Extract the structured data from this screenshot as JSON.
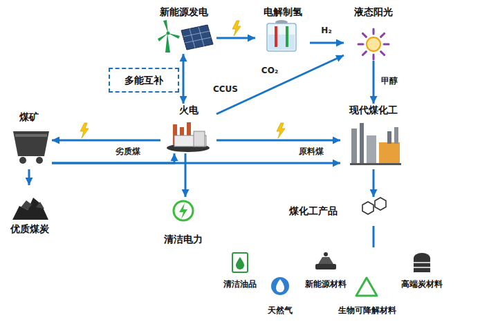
{
  "diagram": {
    "nodes": [
      {
        "text": [
          "新能源发电"
        ]
      },
      {
        "text": [
          "电解制氢"
        ]
      },
      {
        "text": [
          "液态阳光"
        ]
      },
      {
        "text": [
          "多能互补"
        ]
      },
      {
        "text": [
          "火电"
        ]
      },
      {
        "text": [
          "现代煤化工"
        ]
      },
      {
        "text": [
          "煤矿"
        ]
      },
      {
        "text": [
          "优质煤炭"
        ]
      },
      {
        "text": [
          "清洁电力"
        ]
      },
      {
        "text": [
          "煤化工产品"
        ]
      },
      {
        "text": [
          "清洁油品"
        ]
      },
      {
        "text": [
          "新能源材料"
        ]
      },
      {
        "text": [
          "高端炭材料"
        ]
      },
      {
        "text": [
          "天然气"
        ]
      },
      {
        "text": [
          "生物可降解材料"
        ]
      }
    ],
    "edges": [
      {
        "from": 0,
        "to": 1,
        "arrow": "to"
      },
      {
        "from": 1,
        "to": 2,
        "label": "H₂",
        "arrow": "to"
      },
      {
        "from": 0,
        "to": 4,
        "arrow": "both"
      },
      {
        "from": 4,
        "to": 2,
        "label": "CO₂",
        "arrow": "to"
      },
      {
        "from": 2,
        "to": 5,
        "label": "甲醇",
        "arrow": "to"
      },
      {
        "from": 4,
        "to": 6,
        "arrow": "to"
      },
      {
        "from": 4,
        "to": 5,
        "arrow": "to"
      },
      {
        "from": 6,
        "to": 4,
        "label": "劣质煤",
        "arrow": "to"
      },
      {
        "from": 6,
        "to": 5,
        "label": "原料煤",
        "arrow": "to"
      },
      {
        "from": 6,
        "to": 7,
        "arrow": "to"
      },
      {
        "from": 4,
        "to": 8,
        "arrow": "to"
      },
      {
        "from": 5,
        "to": 9,
        "arrow": "to"
      }
    ],
    "labels": [
      "CCUS"
    ]
  }
}
